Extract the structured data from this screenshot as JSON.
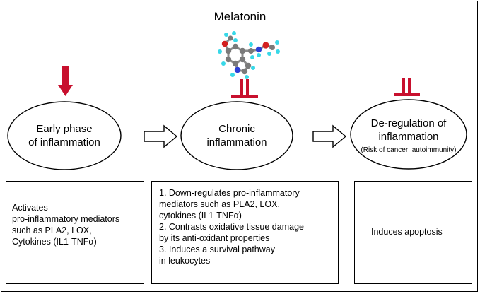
{
  "title": "Melatonin",
  "colors": {
    "inhibit": "#c8102e",
    "stroke": "#000000"
  },
  "phases": [
    {
      "label_lines": [
        "Early phase",
        "of inflammation"
      ],
      "note": ""
    },
    {
      "label_lines": [
        "Chronic",
        "inflammation"
      ],
      "note": ""
    },
    {
      "label_lines": [
        "De-regulation of",
        "inflammation"
      ],
      "note": "(Risk of cancer; autoimmunity)"
    }
  ],
  "effects": [
    {
      "lines": [
        "Activates",
        "pro-inflammatory mediators",
        "such as PLA2, LOX,",
        "Cytokines (IL1-TNFα)"
      ]
    },
    {
      "lines": [
        "1. Down-regulates pro-inflammatory",
        "mediators such as PLA2, LOX,",
        "cytokines (IL1-TNFα)",
        "2. Contrasts oxidative tissue damage",
        "by its anti-oxidant properties",
        "3. Induces a survival pathway",
        "in leukocytes"
      ]
    },
    {
      "lines": [
        "Induces apoptosis"
      ]
    }
  ]
}
